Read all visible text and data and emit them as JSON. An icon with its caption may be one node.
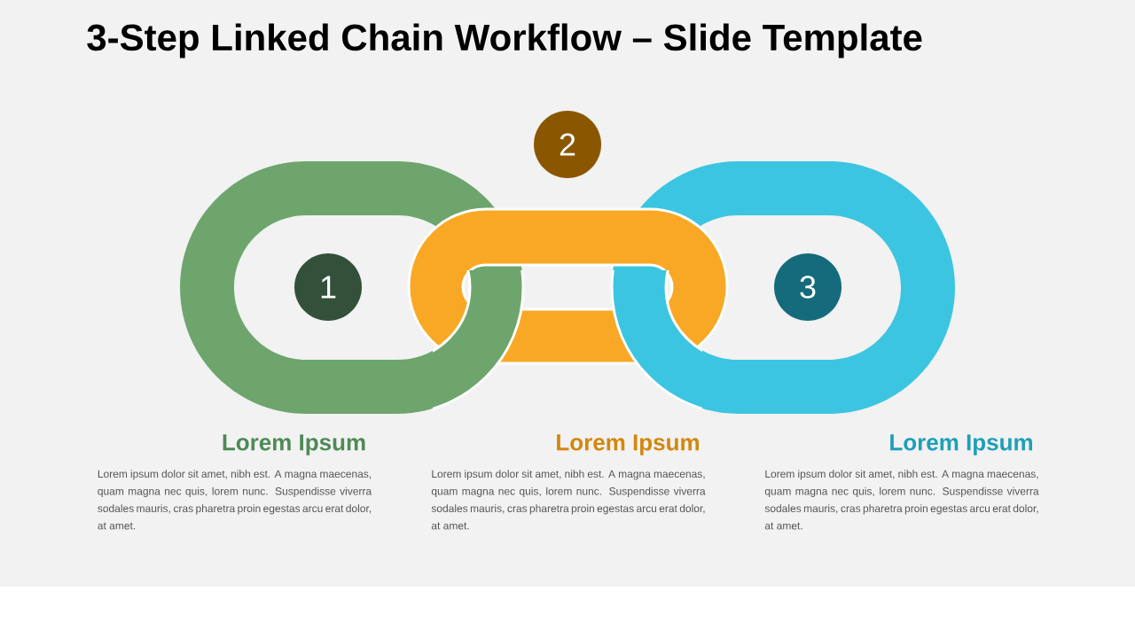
{
  "diagram": {
    "title": "3-Step Linked Chain Workflow – Slide Template",
    "nodes": [
      {
        "text": [
          "1"
        ]
      },
      {
        "text": [
          "2"
        ]
      },
      {
        "text": [
          "3"
        ]
      }
    ],
    "labels": [
      "Lorem Ipsum",
      "Lorem ipsum dolor sit amet, nibh est. A magna maecenas, quam magna nec quis, lorem nunc. Suspendisse viverra sodales mauris, cras pharetra proin egestas arcu erat dolor, at amet.",
      "Lorem Ipsum",
      "Lorem ipsum dolor sit amet, nibh est. A magna maecenas, quam magna nec quis, lorem nunc. Suspendisse viverra sodales mauris, cras pharetra proin egestas arcu erat dolor, at amet.",
      "Lorem Ipsum",
      "Lorem ipsum dolor sit amet, nibh est. A magna maecenas, quam magna nec quis, lorem nunc. Suspendisse viverra sodales mauris, cras pharetra proin egestas arcu erat dolor, at amet."
    ]
  }
}
